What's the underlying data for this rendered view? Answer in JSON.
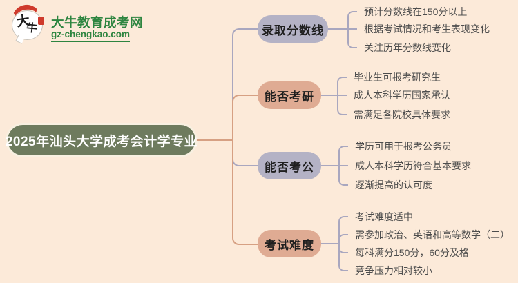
{
  "logo": {
    "mark_char_1": "大",
    "mark_char_2": "牛",
    "site_name": "大牛教育成考网",
    "domain": "gz-chengkao.com"
  },
  "root": {
    "label": "2025年汕头大学成考会计学专业"
  },
  "branches": [
    {
      "label": "录取分数线",
      "color": "#b4b2c5",
      "children": [
        "预计分数线在150分以上",
        "根据考试情况和考生表现变化",
        "关注历年分数线变化"
      ]
    },
    {
      "label": "能否考研",
      "color": "#dfab93",
      "children": [
        "毕业生可报考研究生",
        "成人本科学历国家承认",
        "需满足各院校具体要求"
      ]
    },
    {
      "label": "能否考公",
      "color": "#b4b2c5",
      "children": [
        "学历可用于报考公务员",
        "成人本科学历符合基本要求",
        "逐渐提高的认可度"
      ]
    },
    {
      "label": "考试难度",
      "color": "#dfab93",
      "children": [
        "考试难度适中",
        "需参加政治、英语和高等数学（二）",
        "每科满分150分，60分及格",
        "竞争压力相对较小"
      ]
    }
  ],
  "colors": {
    "background": "#fcead9",
    "root_fill": "#6e7b5e",
    "root_border": "#f8f0e1",
    "purple_fill": "#b4b2c5",
    "salmon_fill": "#dfab93",
    "purple_line": "#a9a7bf",
    "salmon_line": "#d6a083",
    "leaf_text": "#4d4d4d",
    "logo_green": "#2e8540",
    "logo_red": "#cf3a2c"
  }
}
